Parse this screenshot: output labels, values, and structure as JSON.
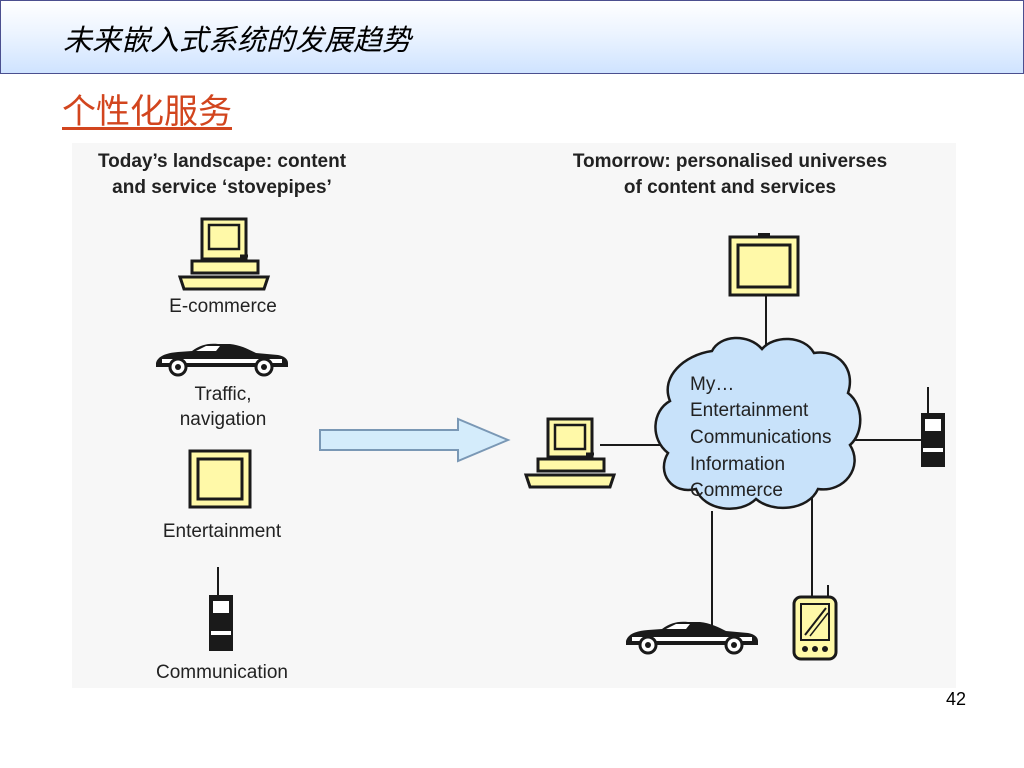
{
  "slide": {
    "title": "未来嵌入式系统的发展趋势",
    "subtitle": "个性化服务",
    "page_number": "42"
  },
  "left_panel": {
    "heading_line1": "Today’s landscape: content",
    "heading_line2": "and service ‘stovepipes’",
    "items": [
      {
        "label": "E-commerce",
        "icon": "computer-icon"
      },
      {
        "label_line1": "Traffic,",
        "label_line2": "navigation",
        "icon": "car-icon"
      },
      {
        "label": "Entertainment",
        "icon": "tv-icon"
      },
      {
        "label": "Communication",
        "icon": "mobile-phone-icon"
      }
    ]
  },
  "right_panel": {
    "heading_line1": "Tomorrow: personalised universes",
    "heading_line2": "of content and services",
    "cloud_lines": [
      "My…",
      "Entertainment",
      "Communications",
      "Information",
      "Commerce"
    ],
    "connected_devices": [
      "tv-icon",
      "computer-icon",
      "mobile-phone-icon",
      "car-icon",
      "pda-icon"
    ]
  },
  "colors": {
    "device_fill": "#fff9a8",
    "cloud_fill": "#c8e2fa",
    "arrow_fill": "#d4ecfb",
    "subtitle": "#d2451e"
  }
}
